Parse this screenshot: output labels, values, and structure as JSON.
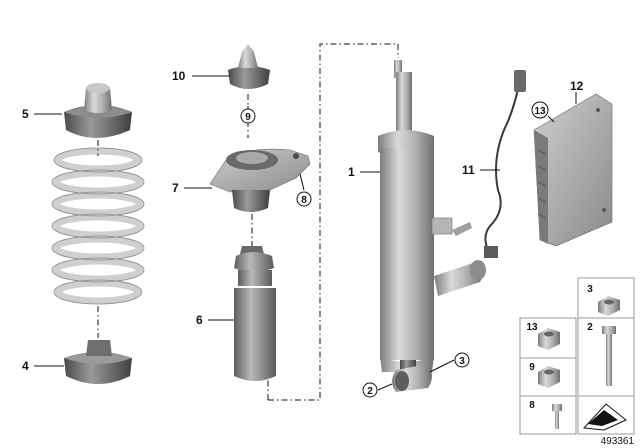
{
  "diagram": {
    "callouts": {
      "c1": "1",
      "c2": "2",
      "c3": "3",
      "c4": "4",
      "c5": "5",
      "c6": "6",
      "c7": "7",
      "c8": "8",
      "c9": "9",
      "c10": "10",
      "c11": "11",
      "c12": "12",
      "c13": "13"
    },
    "hardware_table": {
      "cells": [
        "3",
        "13",
        "2",
        "9",
        "8"
      ]
    },
    "reference_number": "493361"
  }
}
